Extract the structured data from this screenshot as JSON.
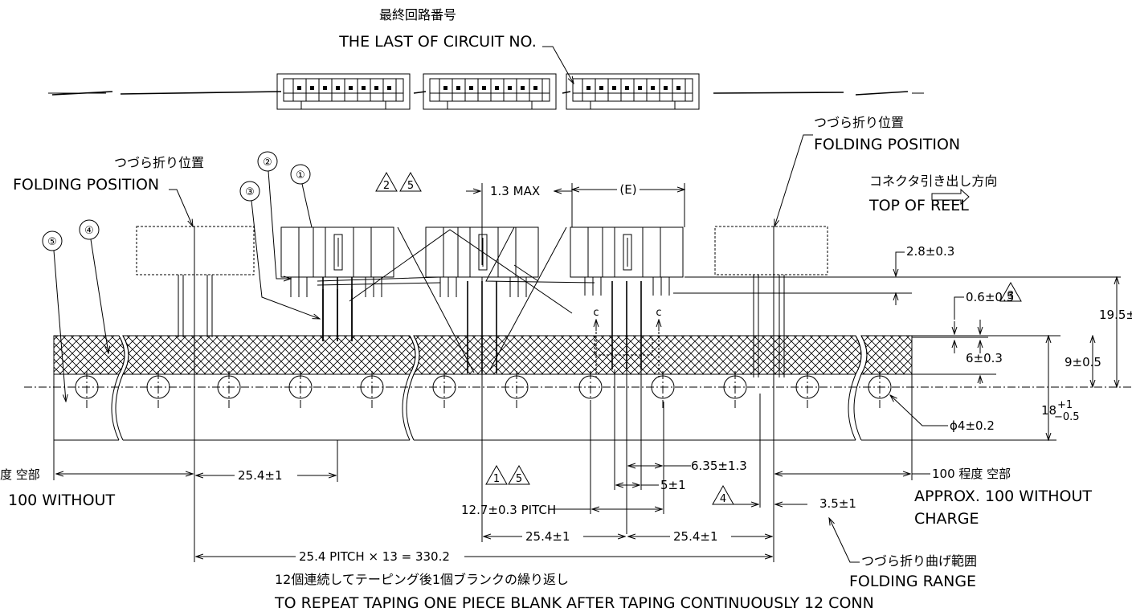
{
  "top": {
    "last_circuit_jp": "最終回路番号",
    "last_circuit_en": "THE LAST OF CIRCUIT NO."
  },
  "folding_left": {
    "jp": "つづら折り位置",
    "en": "FOLDING POSITION"
  },
  "folding_right": {
    "jp": "つづら折り位置",
    "en": "FOLDING POSITION"
  },
  "reel": {
    "jp": "コネクタ引き出し方向",
    "en": "TOP OF REEL"
  },
  "balloons": [
    "①",
    "②",
    "③",
    "④",
    "⑤"
  ],
  "revision_marks": {
    "top": [
      "2",
      "5"
    ],
    "middle": [
      "1",
      "5"
    ],
    "fold_gap": "4",
    "tape_offset": "3"
  },
  "dims": {
    "max_13": "1.3 MAX",
    "e": "(E)",
    "d28": "2.8±0.3",
    "d195": "19.5±",
    "d06": "0.6±0.5",
    "d6": "6±0.3",
    "d9": "9±0.5",
    "d18_main": "18",
    "d18_plus": "+1",
    "d18_minus": "−0.5",
    "hole": "ϕ4±0.2",
    "d635": "6.35±1.3",
    "d5": "5±1",
    "d35": "3.5±1",
    "d254_left": "25.4±1",
    "d254_a": "25.4±1",
    "d254_b": "25.4±1",
    "pitch127": "12.7±0.3 PITCH",
    "pitch_total": "25.4 PITCH × 13 = 330.2",
    "c1": "c",
    "c2": "c"
  },
  "left_gap": {
    "jp": "度 空部",
    "en": "100 WITHOUT"
  },
  "right_gap": {
    "jp": "100 程度 空部",
    "en1": "APPROX. 100 WITHOUT",
    "en2": "CHARGE"
  },
  "folding_range": {
    "jp": "つづら折り曲げ範囲",
    "en": "FOLDING RANGE"
  },
  "bottom_note": {
    "jp": "12個連続してテーピング後1個ブランクの繰り返し",
    "en": "TO REPEAT TAPING ONE PIECE BLANK AFTER TAPING CONTINUOUSLY 12 CONN"
  }
}
